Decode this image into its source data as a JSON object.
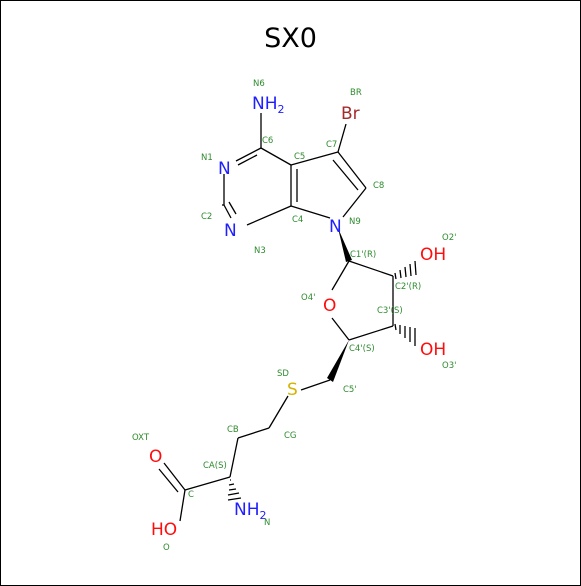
{
  "title": "SX0",
  "colors": {
    "N": "#2020ff",
    "O": "#ff0d0d",
    "S": "#d4b400",
    "Br": "#a52a2a",
    "label": "#2e8b2e",
    "bond": "#000000"
  },
  "atoms": {
    "NH2_top": {
      "text": "NH",
      "sub": "2"
    },
    "Br": {
      "text": "Br"
    },
    "N1": {
      "text": "N"
    },
    "N3": {
      "text": "N"
    },
    "N9": {
      "text": "N"
    },
    "O4p": {
      "text": "O"
    },
    "O2p_OH": {
      "text": "OH"
    },
    "O3p_OH": {
      "text": "OH"
    },
    "SD": {
      "text": "S"
    },
    "OXT": {
      "text": "O"
    },
    "O_HO": {
      "text": "HO"
    },
    "N_NH2": {
      "text": "NH",
      "sub": "2"
    }
  },
  "labels": {
    "N6": "N6",
    "BR": "BR",
    "C6": "C6",
    "C5": "C5",
    "C7": "C7",
    "N1": "N1",
    "C8": "C8",
    "C2": "C2",
    "C4": "C4",
    "N9": "N9",
    "N3": "N3",
    "C1p": "C1'(R)",
    "O2p": "O2'",
    "C2p": "C2'(R)",
    "O4p": "O4'",
    "C3p": "C3'(S)",
    "C4p": "C4'(S)",
    "O3p": "O3'",
    "SD": "SD",
    "C5p": "C5'",
    "CB": "CB",
    "CG": "CG",
    "OXT": "OXT",
    "CA": "CA(S)",
    "C": "C",
    "N": "N",
    "O": "O"
  }
}
